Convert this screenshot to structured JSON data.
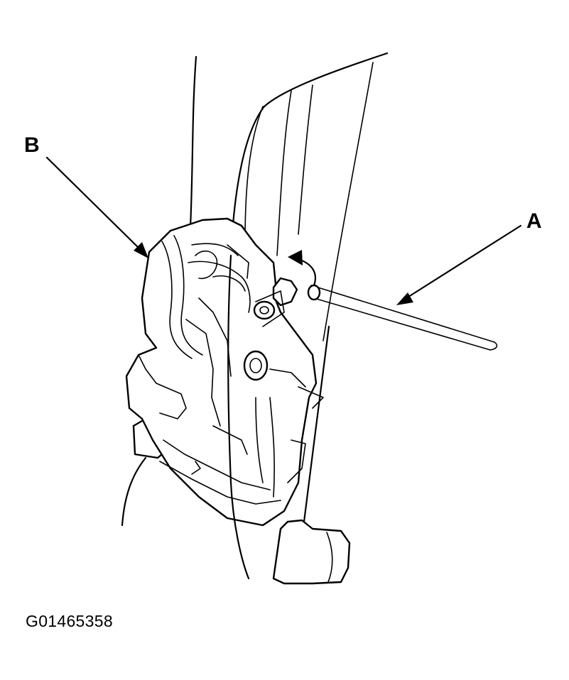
{
  "labels": {
    "a": "A",
    "b": "B"
  },
  "figure_id": "G01465358",
  "icons": {
    "door_glass": "door-glass-panel",
    "latch": "door-latch-assembly",
    "rod": "linkage-rod",
    "rotation": "rotation-arrow"
  },
  "colors": {
    "ink": "#000000",
    "paper": "#ffffff"
  }
}
